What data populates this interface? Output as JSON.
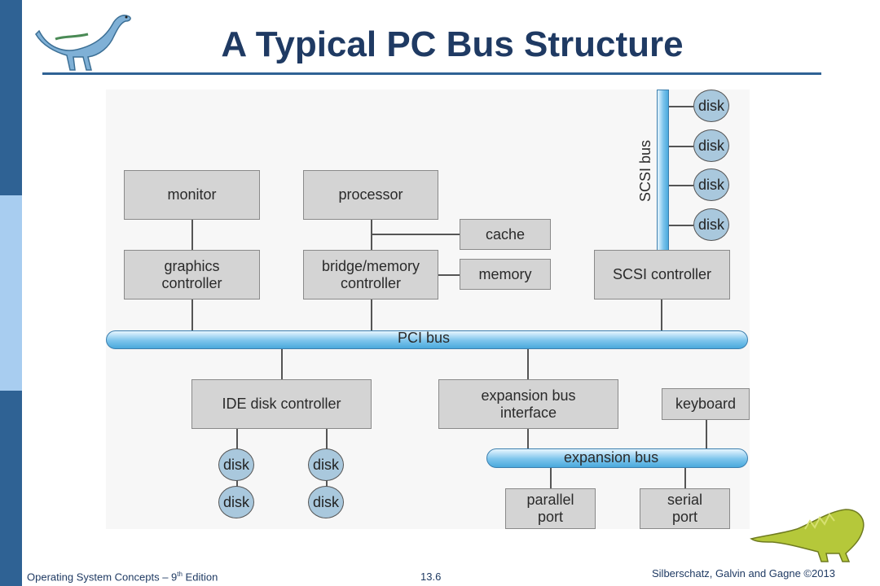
{
  "title": "A Typical PC Bus Structure",
  "boxes": {
    "monitor": "monitor",
    "processor": "processor",
    "cache": "cache",
    "graphics_line1": "graphics",
    "graphics_line2": "controller",
    "bridge_line1": "bridge/memory",
    "bridge_line2": "controller",
    "memory": "memory",
    "scsi_controller": "SCSI controller",
    "ide_controller": "IDE disk controller",
    "expansion_interface_line1": "expansion bus",
    "expansion_interface_line2": "interface",
    "keyboard": "keyboard",
    "parallel_line1": "parallel",
    "parallel_line2": "port",
    "serial_line1": "serial",
    "serial_line2": "port"
  },
  "buses": {
    "pci": "PCI bus",
    "expansion": "expansion bus",
    "scsi": "SCSI bus"
  },
  "disk_label": "disk",
  "footer": {
    "left_prefix": "Operating System Concepts – 9",
    "left_sup": "th",
    "left_suffix": " Edition",
    "center": "13.6",
    "right": "Silberschatz, Galvin and Gagne ©2013"
  }
}
